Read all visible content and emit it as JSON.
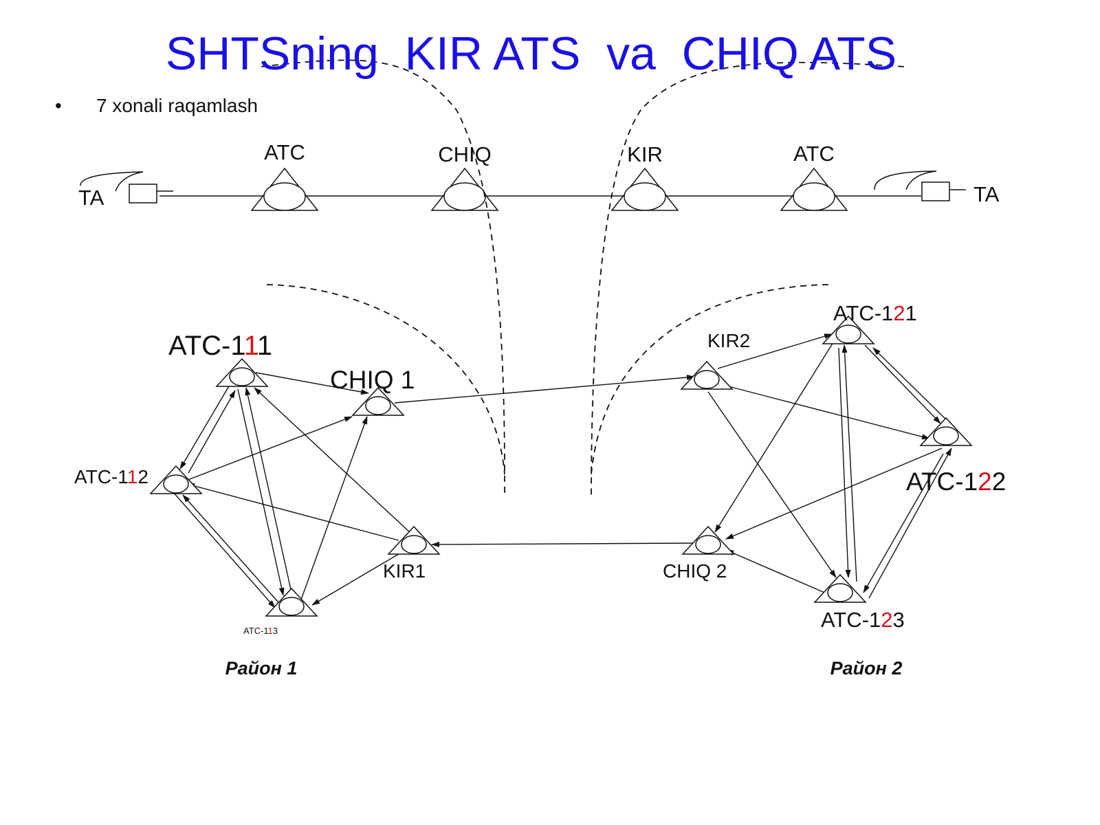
{
  "title": "SHTSning  KIR ATS  va  CHIQ ATS",
  "bullet": {
    "marker": "•",
    "text": "7 xonali raqamlash"
  },
  "chain": {
    "ta_left": "TA",
    "ta_right": "TA",
    "atc_left": "ATC",
    "chiq": "CHIQ",
    "kir": "KIR",
    "atc_right": "ATC"
  },
  "network": {
    "atc111": {
      "prefix": "ATC-1",
      "red": "1",
      "suffix": "1"
    },
    "chiq1": "CHIQ 1",
    "atc112": {
      "prefix": "ATC-1",
      "red": "1",
      "suffix": "2"
    },
    "kir1": "KIR1",
    "atc113": {
      "prefix": "ATC-1",
      "red": "1",
      "suffix": "3"
    },
    "kir2": "KIR2",
    "atc121": {
      "prefix": "ATC-1",
      "red": "2",
      "suffix": "1"
    },
    "atc122": {
      "prefix": "ATC-1",
      "red": "2",
      "suffix": "2"
    },
    "chiq2": "CHIQ 2",
    "atc123": {
      "prefix": "ATC-1",
      "red": "2",
      "suffix": "3"
    }
  },
  "regions": {
    "left": "Район 1",
    "right": "Район 2"
  },
  "colors": {
    "title": "#1a10e6",
    "highlight": "#d4141c",
    "line": "#111111"
  }
}
